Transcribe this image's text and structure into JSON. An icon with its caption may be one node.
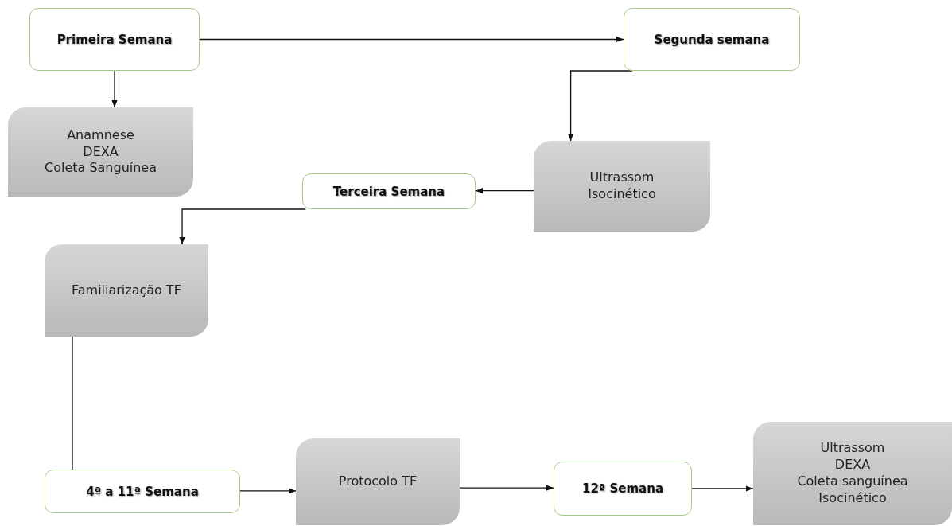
{
  "diagram": {
    "nodes": [
      {
        "text": [
          "Primeira Semana"
        ]
      },
      {
        "text": [
          "Segunda semana"
        ]
      },
      {
        "text": [
          "Anamnese",
          "DEXA",
          "Coleta Sanguínea"
        ]
      },
      {
        "text": [
          "Ultrassom",
          "Isocinético"
        ]
      },
      {
        "text": [
          "Terceira Semana"
        ]
      },
      {
        "text": [
          "Familiarização TF"
        ]
      },
      {
        "text": [
          "4ª a 11ª Semana"
        ]
      },
      {
        "text": [
          "Protocolo TF"
        ]
      },
      {
        "text": [
          "12ª Semana"
        ]
      },
      {
        "text": [
          "Ultrassom",
          "DEXA",
          "Coleta sanguínea",
          "Isocinético"
        ]
      }
    ],
    "edges": [
      {
        "from": 0,
        "to": 1,
        "arrow": "to"
      },
      {
        "from": 0,
        "to": 2,
        "arrow": "to"
      },
      {
        "from": 1,
        "to": 3,
        "arrow": "to"
      },
      {
        "from": 3,
        "to": 4,
        "arrow": "to"
      },
      {
        "from": 4,
        "to": 5,
        "arrow": "to"
      },
      {
        "from": 5,
        "to": 6,
        "arrow": "none"
      },
      {
        "from": 6,
        "to": 7,
        "arrow": "to"
      },
      {
        "from": 7,
        "to": 8,
        "arrow": "to"
      },
      {
        "from": 8,
        "to": 9,
        "arrow": "to"
      }
    ]
  }
}
